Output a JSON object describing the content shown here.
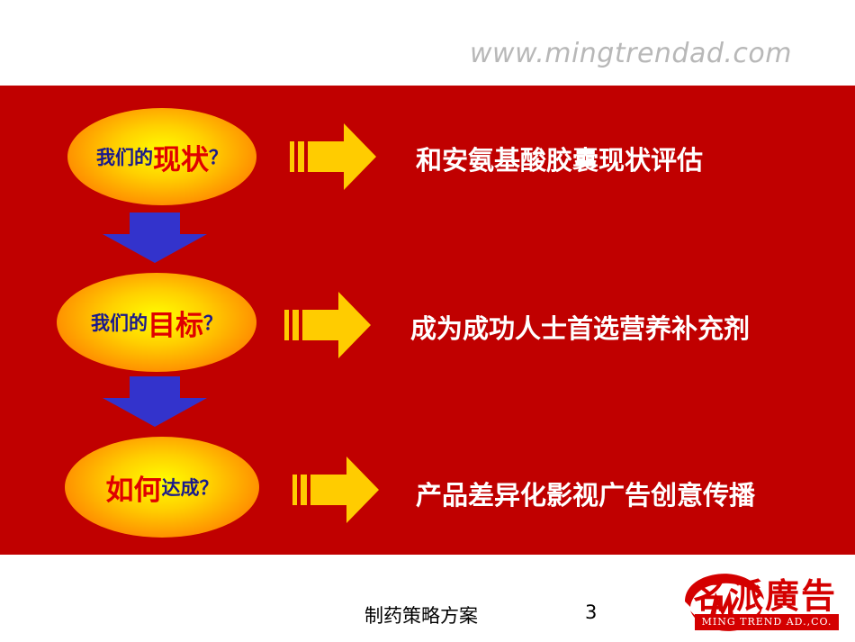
{
  "header": {
    "url": "www.mingtrendad.com"
  },
  "steps": [
    {
      "small1": "我们的",
      "big": "现状",
      "small2": "？",
      "statement": "和安氨基酸胶囊现状评估"
    },
    {
      "small1": "我们的",
      "big": "目标",
      "small2": "？",
      "statement": "成为成功人士首选营养补充剂"
    },
    {
      "small1": "",
      "big": "如何",
      "small2": "达成？",
      "statement": "产品差异化影视广告创意传播"
    }
  ],
  "footer": {
    "title": "制药策略方案",
    "page_number": "3"
  },
  "logo": {
    "name": "名派廣告",
    "subtitle": "MING TREND AD.,CO."
  },
  "colors": {
    "band": "#c00000",
    "arrow": "#ffcc00",
    "down_arrow": "#3333cc",
    "statement_text": "#ffffff"
  }
}
